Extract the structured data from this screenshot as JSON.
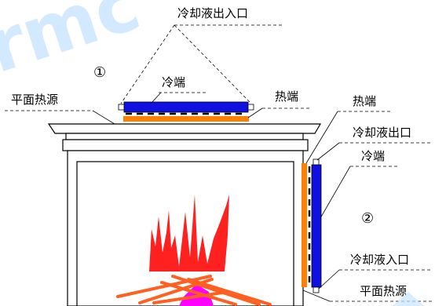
{
  "labels": {
    "coolant_outlet_top": "冷却液出入口",
    "cold_end_top": "冷端",
    "hot_end_top": "热端",
    "planar_source_top": "平面热源",
    "hot_end_side": "热端",
    "coolant_outlet_side": "冷却液出口",
    "cold_end_side": "冷端",
    "coolant_inlet_side": "冷却液入口",
    "planar_source_side": "平面热源"
  },
  "markers": {
    "config_1": "①",
    "config_2": "②"
  },
  "watermark": "rmc",
  "colors": {
    "cold_plate": "#1010e0",
    "hot_plate": "#ff8000",
    "flame": "#ff2020",
    "flame_core": "#ff00ff",
    "watermark": "#c8e4ff",
    "outline": "#000000"
  }
}
